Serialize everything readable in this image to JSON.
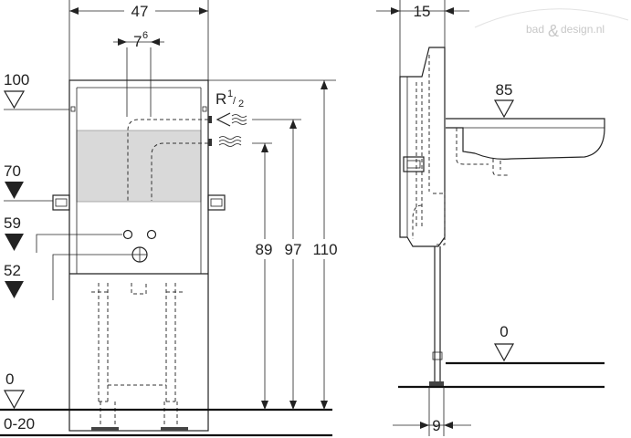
{
  "front": {
    "width": "47",
    "pipe_spacing": "7",
    "pipe_spacing_sup": "6",
    "thread": "R",
    "thread_sup": "1",
    "thread_sub": "2",
    "height_inlet": "89",
    "height_outlet": "97",
    "height_total": "110"
  },
  "levels": {
    "l100": "100",
    "l70": "70",
    "l59": "59",
    "l52": "52",
    "l0": "0",
    "floor_range": "0-20"
  },
  "side": {
    "depth": "15",
    "basin_level": "85",
    "floor_level": "0",
    "foot_depth": "9"
  },
  "watermark": {
    "left": "bad",
    "amp": "&",
    "right": "design.nl"
  }
}
